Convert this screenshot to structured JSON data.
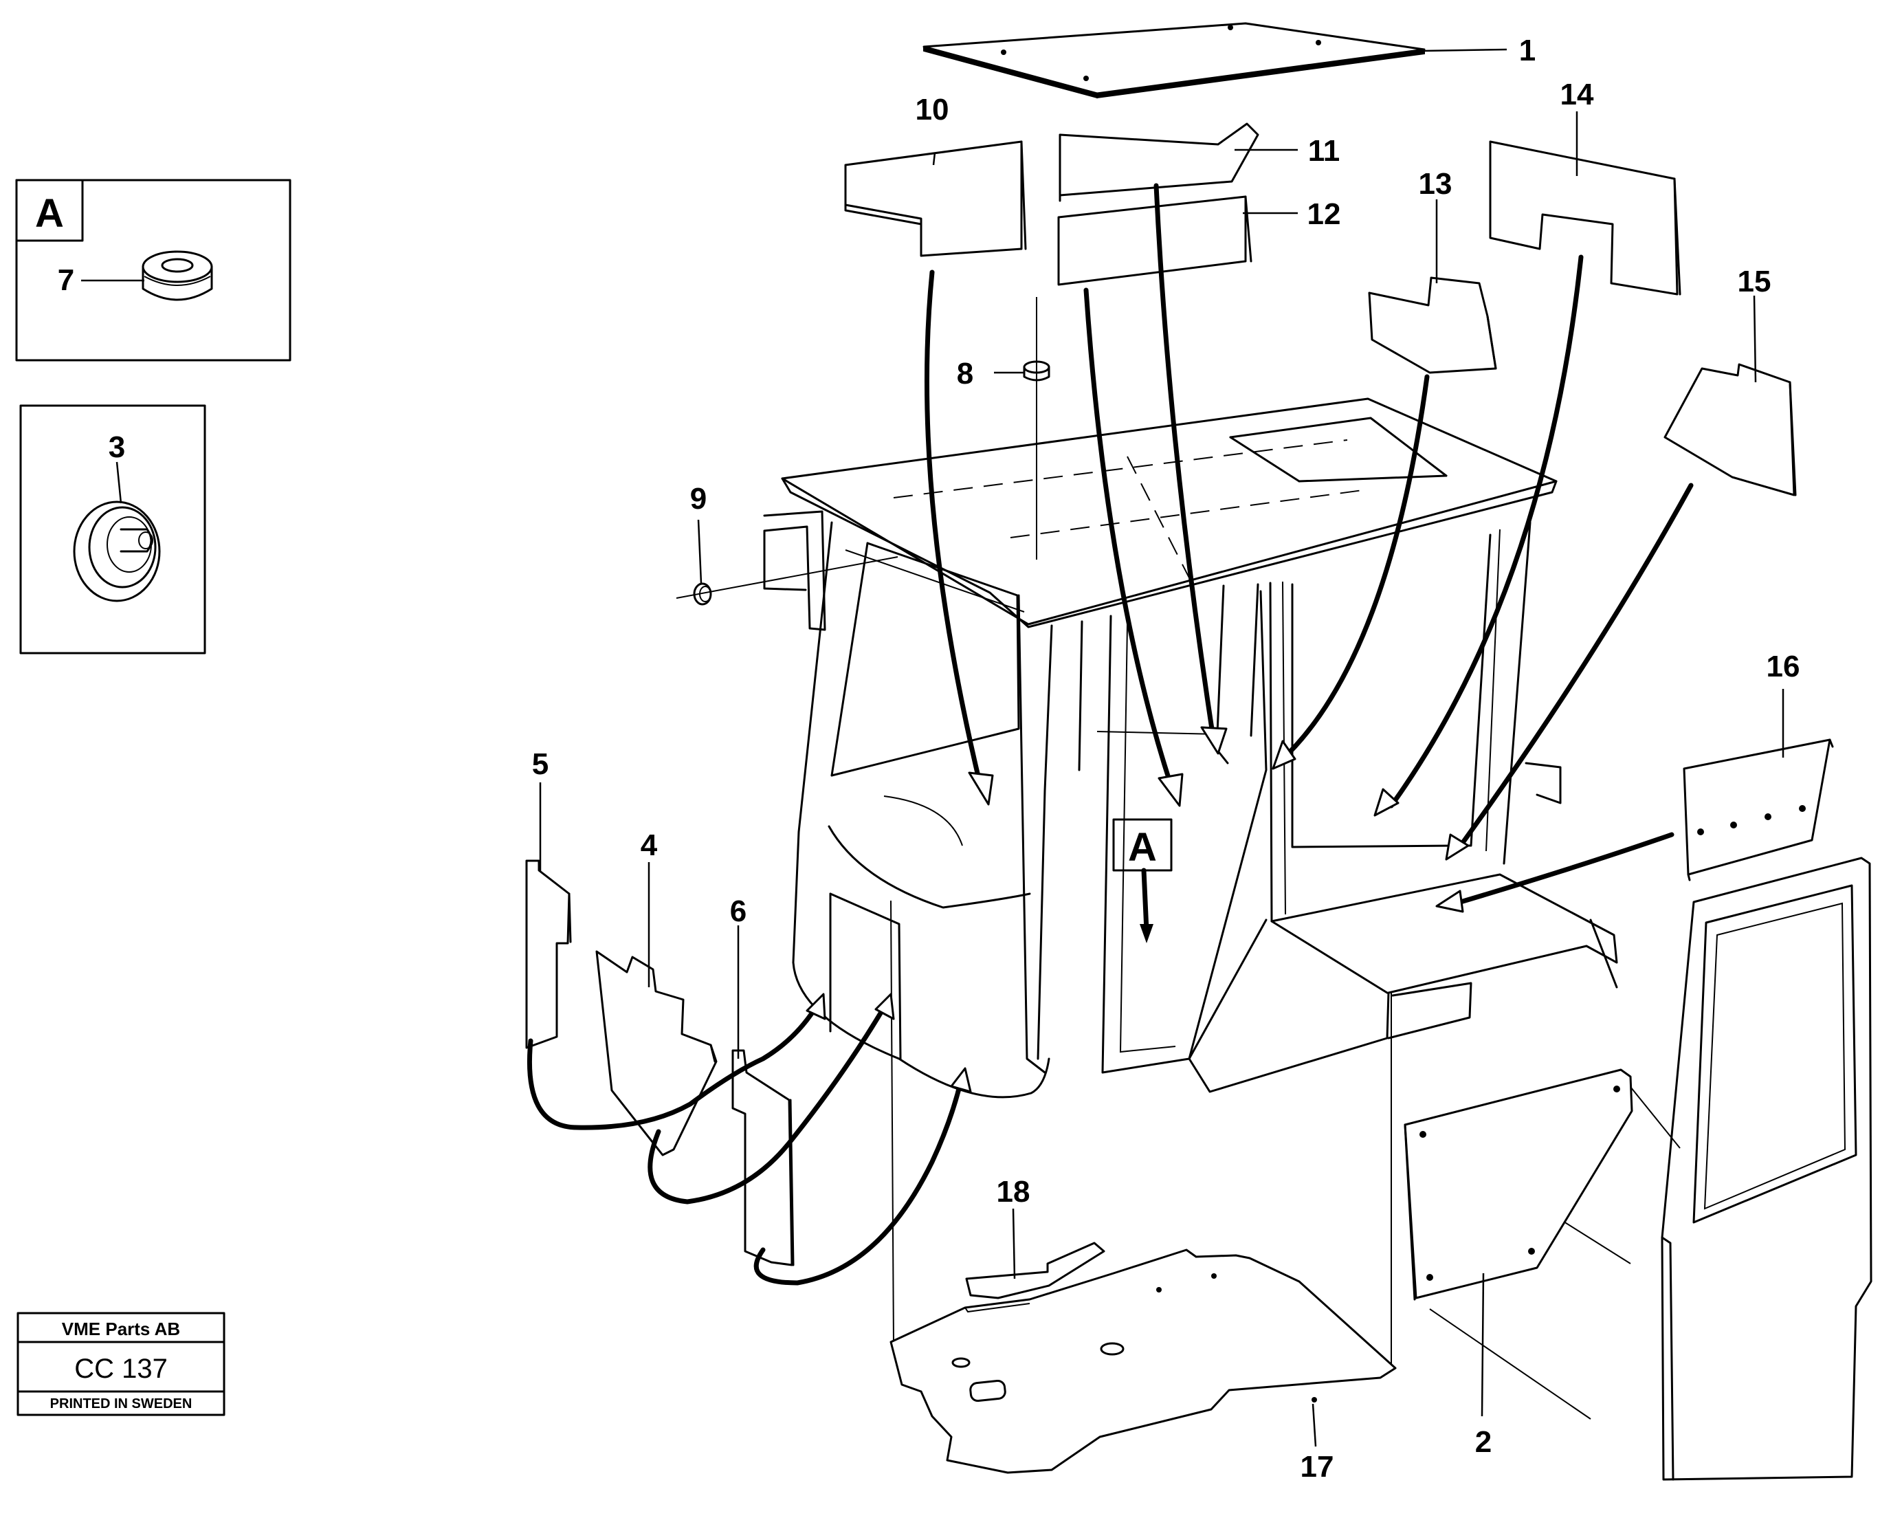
{
  "parts": {
    "p1": "1",
    "p2": "2",
    "p3": "3",
    "p4": "4",
    "p5": "5",
    "p6": "6",
    "p7": "7",
    "p8": "8",
    "p9": "9",
    "p10": "10",
    "p11": "11",
    "p12": "12",
    "p13": "13",
    "p14": "14",
    "p15": "15",
    "p16": "16",
    "p17": "17",
    "p18": "18"
  },
  "detail_a": {
    "letter": "A"
  },
  "callout_a": {
    "letter": "A"
  },
  "title_block": {
    "company": "VME Parts AB",
    "code": "CC 137",
    "printed": "PRINTED IN SWEDEN"
  }
}
